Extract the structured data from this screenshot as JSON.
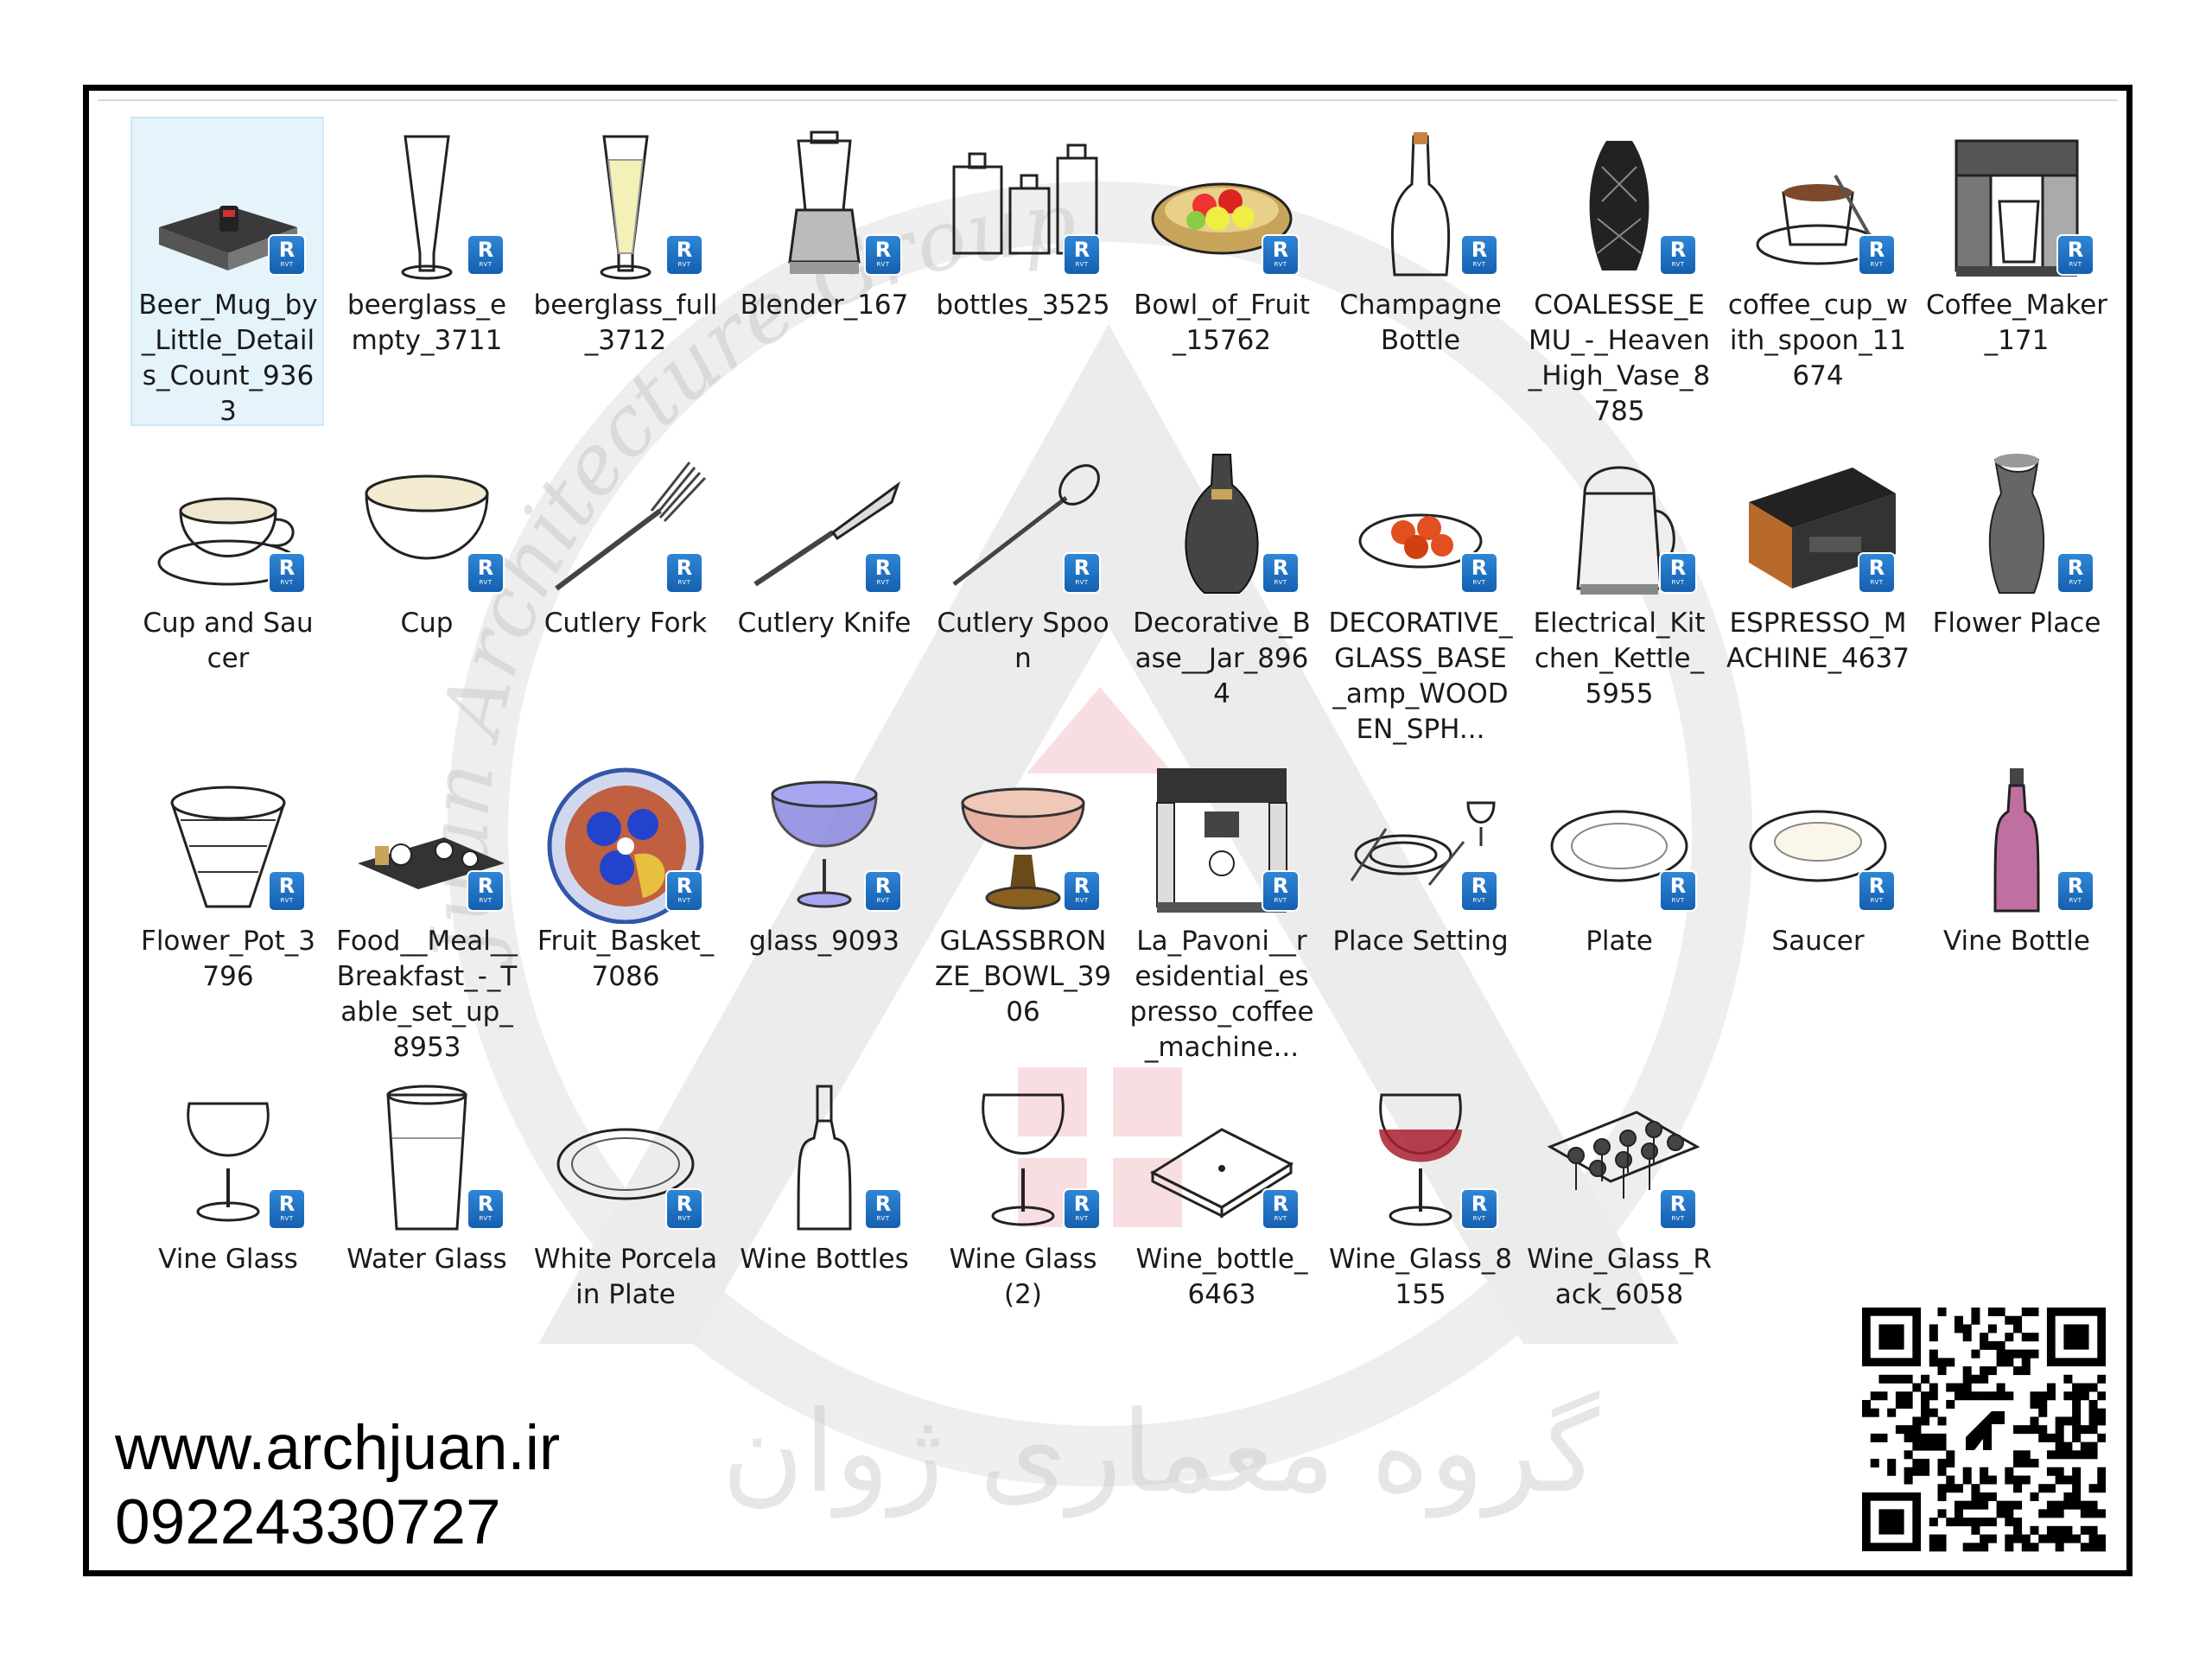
{
  "items": [
    {
      "label": "Beer_Mug_by_Little_Details_Count_9363",
      "icon": "beer-mug-icon"
    },
    {
      "label": "beerglass_empty_3711",
      "icon": "empty-beer-glass-icon"
    },
    {
      "label": "beerglass_full_3712",
      "icon": "full-beer-glass-icon"
    },
    {
      "label": "Blender_167",
      "icon": "blender-icon"
    },
    {
      "label": "bottles_3525",
      "icon": "bottles-icon"
    },
    {
      "label": "Bowl_of_Fruit_15762",
      "icon": "fruit-bowl-icon"
    },
    {
      "label": "Champagne Bottle",
      "icon": "champagne-bottle-icon"
    },
    {
      "label": "COALESSE_EMU_-_Heaven_High_Vase_8785",
      "icon": "vase-icon"
    },
    {
      "label": "coffee_cup_with_spoon_11674",
      "icon": "coffee-cup-icon"
    },
    {
      "label": "Coffee_Maker_171",
      "icon": "coffee-maker-icon"
    },
    {
      "label": "Cup and Saucer",
      "icon": "cup-and-saucer-icon"
    },
    {
      "label": "Cup",
      "icon": "cup-icon"
    },
    {
      "label": "Cutlery Fork",
      "icon": "fork-icon"
    },
    {
      "label": "Cutlery Knife",
      "icon": "knife-icon"
    },
    {
      "label": "Cutlery Spoon",
      "icon": "spoon-icon"
    },
    {
      "label": "Decorative_Base__Jar_8964",
      "icon": "jar-icon"
    },
    {
      "label": "DECORATIVE_GLASS_BASE_amp_WOODEN_SPH...",
      "icon": "decorative-plate-icon"
    },
    {
      "label": "Electrical_Kitchen_Kettle_5955",
      "icon": "kettle-icon"
    },
    {
      "label": "ESPRESSO_MACHINE_4637",
      "icon": "espresso-machine-icon"
    },
    {
      "label": "Flower Place",
      "icon": "flower-vase-icon"
    },
    {
      "label": "Flower_Pot_3796",
      "icon": "flower-pot-icon"
    },
    {
      "label": "Food__Meal__Breakfast_-_Table_set_up_8953",
      "icon": "breakfast-table-icon"
    },
    {
      "label": "Fruit_Basket_7086",
      "icon": "fruit-basket-icon"
    },
    {
      "label": "glass_9093",
      "icon": "glass-icon"
    },
    {
      "label": "GLASSBRONZE_BOWL_3906",
      "icon": "bronze-bowl-icon"
    },
    {
      "label": "La_Pavoni__residential_espresso_coffee_machine...",
      "icon": "la-pavoni-machine-icon"
    },
    {
      "label": "Place Setting",
      "icon": "place-setting-icon"
    },
    {
      "label": "Plate",
      "icon": "plate-icon"
    },
    {
      "label": "Saucer",
      "icon": "saucer-icon"
    },
    {
      "label": "Vine Bottle",
      "icon": "vine-bottle-icon"
    },
    {
      "label": "Vine Glass",
      "icon": "vine-glass-icon"
    },
    {
      "label": "Water Glass",
      "icon": "water-glass-icon"
    },
    {
      "label": "White Porcelain Plate",
      "icon": "porcelain-plate-icon"
    },
    {
      "label": "Wine Bottles",
      "icon": "wine-bottle-icon"
    },
    {
      "label": "Wine Glass (2)",
      "icon": "wine-glass-icon"
    },
    {
      "label": "Wine_bottle_6463",
      "icon": "wine-bottle-box-icon"
    },
    {
      "label": "Wine_Glass_8155",
      "icon": "red-wine-glass-icon"
    },
    {
      "label": "Wine_Glass_Rack_6058",
      "icon": "wine-glass-rack-icon"
    }
  ],
  "badge": {
    "letter": "R",
    "sub": "RVT"
  },
  "selected_index": 0,
  "contact": {
    "website": "www.archjuan.ir",
    "phone": "09224330727"
  },
  "watermark": {
    "latin": "Juan Architecture Group",
    "persian": "گروه معماری ژوان"
  },
  "colors": {
    "badge": "#1b6cc2",
    "selection": "#e5f3fb",
    "watermark": "#c8c8c8",
    "accent": "#e8a0a8"
  }
}
